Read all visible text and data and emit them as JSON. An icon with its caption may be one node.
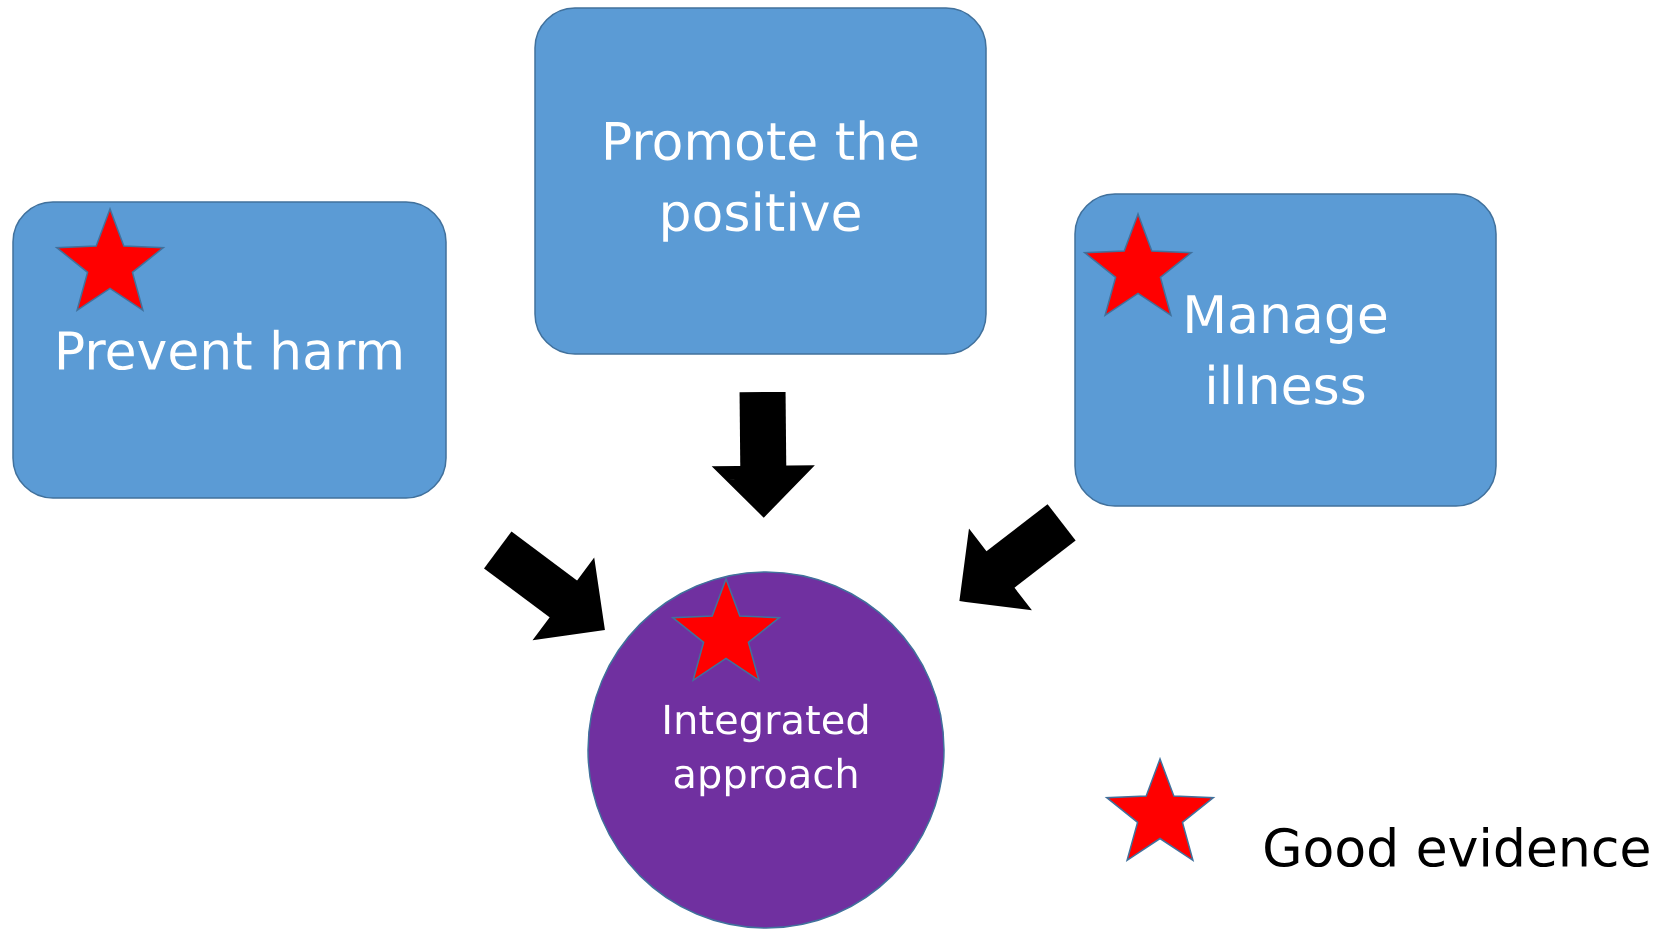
{
  "diagram": {
    "nodes": [
      {
        "text": [
          "Prevent harm"
        ]
      },
      {
        "text": [
          "Promote the positive"
        ]
      },
      {
        "text": [
          "Manage illness"
        ]
      },
      {
        "text": [
          "Integrated approach"
        ]
      }
    ],
    "edges": [
      {
        "from": 0,
        "to": 3,
        "arrow": "to"
      },
      {
        "from": 1,
        "to": 3,
        "arrow": "to"
      },
      {
        "from": 2,
        "to": 3,
        "arrow": "to"
      }
    ],
    "legend": [
      {
        "text": "Good evidence"
      }
    ]
  }
}
